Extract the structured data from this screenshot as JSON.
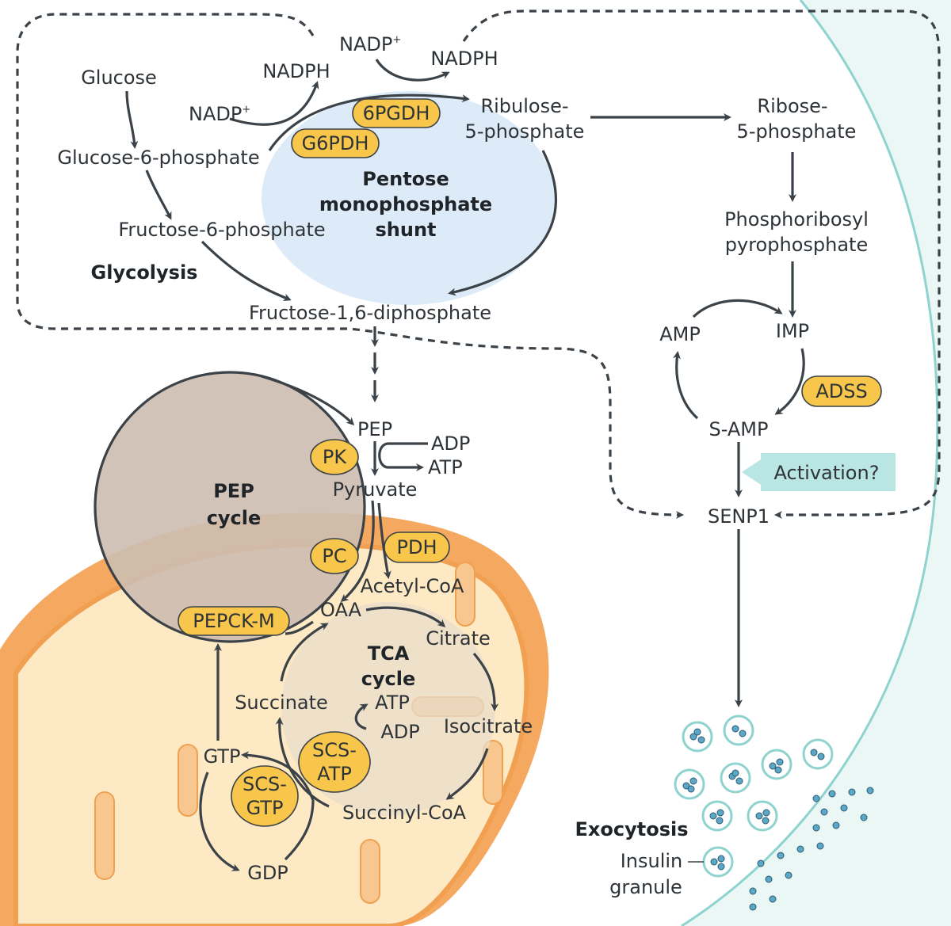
{
  "labels": {
    "glucose": "Glucose",
    "glucose6p": "Glucose-6-phosphate",
    "fructose6p": "Fructose-6-phosphate",
    "glycolysis": "Glycolysis",
    "fructose16dp": "Fructose-1,6-diphosphate",
    "nadph_left": "NADPH",
    "nadp_left": "NADP",
    "nadp_top": "NADP",
    "nadph_right": "NADPH",
    "plus": "+",
    "ribulose5p_l1": "Ribulose-",
    "ribulose5p_l2": "5-phosphate",
    "ribose5p_l1": "Ribose-",
    "ribose5p_l2": "5-phosphate",
    "pps_l1": "Pentose",
    "pps_l2": "monophosphate",
    "pps_l3": "shunt",
    "prpp_l1": "Phosphoribosyl",
    "prpp_l2": "pyrophosphate",
    "amp": "AMP",
    "imp": "IMP",
    "samp": "S-AMP",
    "activation": "Activation?",
    "senp1": "SENP1",
    "pep": "PEP",
    "adp_pk": "ADP",
    "atp_pk": "ATP",
    "pyruvate": "Pyruvate",
    "pep_cycle_l1": "PEP",
    "pep_cycle_l2": "cycle",
    "acetylcoa": "Acetyl-CoA",
    "oaa": "OAA",
    "citrate": "Citrate",
    "tca_l1": "TCA",
    "tca_l2": "cycle",
    "succinate": "Succinate",
    "atp_tca": "ATP",
    "adp_tca": "ADP",
    "isocitrate": "Isocitrate",
    "gtp": "GTP",
    "gdp": "GDP",
    "succinylcoa": "Succinyl-CoA",
    "exocytosis": "Exocytosis",
    "insulin_l1": "Insulin",
    "insulin_l2": "granule"
  },
  "enzymes": {
    "g6pdh": "G6PDH",
    "pgdh6": "6PGDH",
    "adss": "ADSS",
    "pk": "PK",
    "pc": "PC",
    "pdh": "PDH",
    "pepckm": "PEPCK-M",
    "scsatp_l1": "SCS-",
    "scsatp_l2": "ATP",
    "scsgtp_l1": "SCS-",
    "scsgtp_l2": "GTP"
  },
  "colors": {
    "pentose_shunt": "#dcebf7",
    "pep_cycle": "#cdbcb1",
    "mito_outer": "#f5a860",
    "mito_inner": "#fde9c4",
    "cell_membrane": "#8fd3cf",
    "cell_interior": "#eaf7f5",
    "enzyme": "#f7c64a",
    "activation_box": "#b9e6e2"
  },
  "icons": {
    "insulin_granule": "granule-circle-icon",
    "insulin_dots": "insulin-dot-icon"
  }
}
